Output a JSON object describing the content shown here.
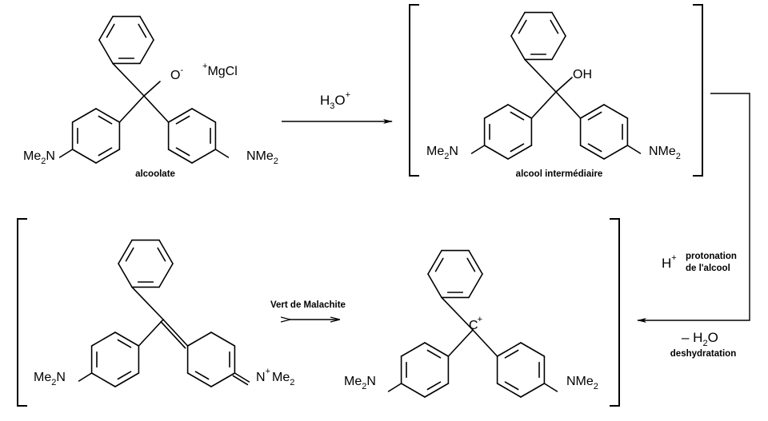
{
  "scheme": {
    "step1": {
      "reagent": "H3O",
      "reagent_main": "H",
      "reagent_sub": "3",
      "reagent_tail": "O",
      "reagent_charge": "+"
    },
    "alcoolate": {
      "label": "alcoolate",
      "oxygen": "O",
      "oxygen_charge": "-",
      "counterion_charge": "+",
      "counterion": "MgCl",
      "left_group": {
        "main": "Me",
        "sub": "2",
        "tail": "N"
      },
      "right_group": {
        "main": "NMe",
        "sub": "2"
      }
    },
    "alcool": {
      "label": "alcool intermédiaire",
      "hydroxyl": "OH",
      "left_group": {
        "main": "Me",
        "sub": "2",
        "tail": "N"
      },
      "right_group": {
        "main": "NMe",
        "sub": "2"
      }
    },
    "step2": {
      "reagent": "H",
      "reagent_charge": "+",
      "label_line1": "protonation",
      "label_line2": "de l'alcool",
      "elimination_prefix": "– H",
      "elimination_sub": "2",
      "elimination_tail": "O",
      "elimination_label": "deshydratation"
    },
    "carbocation": {
      "center": "C",
      "charge": "+",
      "left_group": {
        "main": "Me",
        "sub": "2",
        "tail": "N"
      },
      "right_group": {
        "main": "NMe",
        "sub": "2"
      }
    },
    "malachite": {
      "resonance_label": "Vert de Malachite",
      "left_group": {
        "main": "Me",
        "sub": "2",
        "tail": "N"
      },
      "iminium": {
        "atom": "N",
        "charge": "+",
        "main": "Me",
        "sub": "2"
      }
    }
  }
}
